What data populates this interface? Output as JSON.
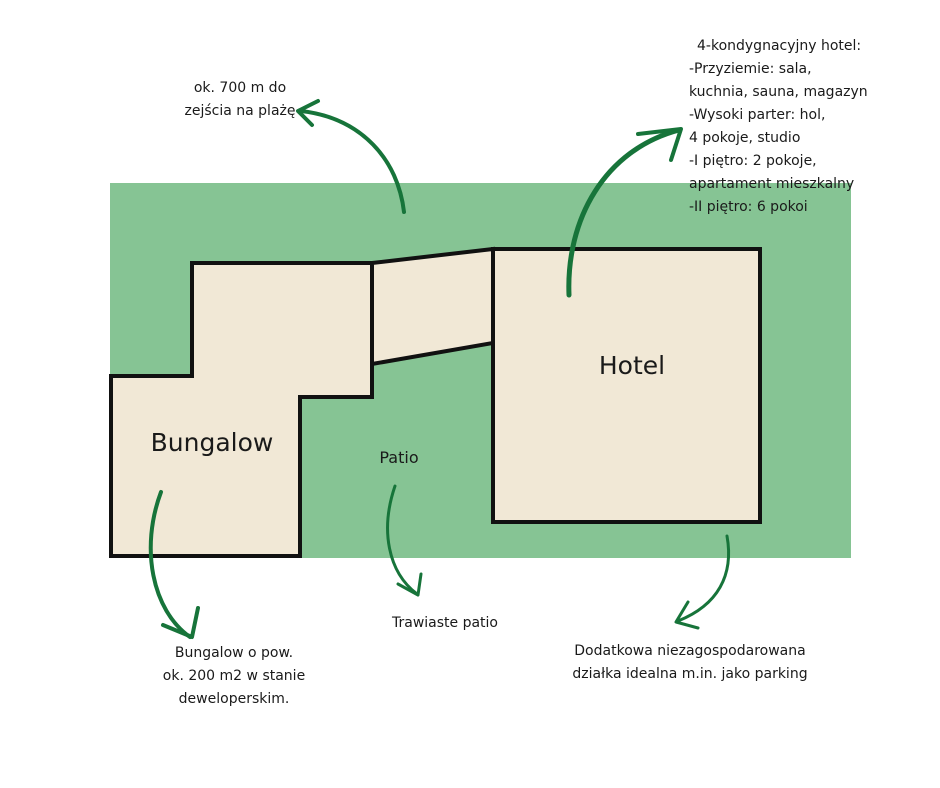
{
  "labels": {
    "bungalow": "Bungalow",
    "hotel": "Hotel",
    "patio": "Patio"
  },
  "annotations": {
    "beach": {
      "lines": [
        "ok. 700 m do",
        "zejścia na plażę"
      ]
    },
    "hotel_description": {
      "lines": [
        "4-kondygnacyjny hotel:",
        "-Przyziemie: sala,",
        "kuchnia, sauna, magazyn",
        "-Wysoki parter: hol,",
        "4 pokoje, studio",
        "-I piętro: 2 pokoje,",
        "apartament mieszkalny",
        "-II piętro: 6 pokoi"
      ]
    },
    "bungalow_description": {
      "lines": [
        "Bungalow o pow.",
        "ok. 200 m2 w stanie",
        "deweloperskim."
      ]
    },
    "patio_description": {
      "lines": [
        "Trawiaste patio"
      ]
    },
    "parking": {
      "lines": [
        "Dodatkowa niezagospodarowana",
        "działka idealna m.in. jako parking"
      ]
    }
  },
  "colors": {
    "lawn": "#86c494",
    "building": "#f1e8d6",
    "outline": "#111111",
    "arrow": "#17743a"
  }
}
